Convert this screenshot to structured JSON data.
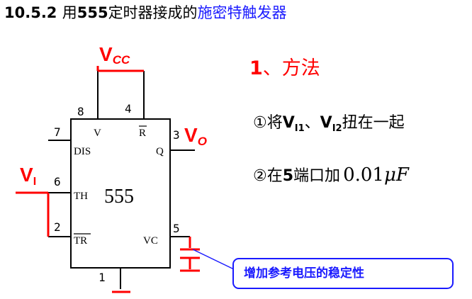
{
  "title": {
    "section": "10.5.2",
    "prefix": "用",
    "chip": "555",
    "middle": "定时器接成的",
    "highlight": "施密特触发器"
  },
  "chip": {
    "name": "555",
    "pins": {
      "p8": {
        "num": "8"
      },
      "p4": {
        "num": "4",
        "label": "R"
      },
      "p7": {
        "num": "7",
        "label": "DIS"
      },
      "p1v": {
        "label": "V"
      },
      "p3": {
        "num": "3",
        "label": "Q"
      },
      "p6": {
        "num": "6",
        "label": "TH"
      },
      "p2": {
        "num": "2",
        "label": "TR"
      },
      "p5": {
        "num": "5",
        "label": "VC"
      },
      "p1": {
        "num": "1"
      }
    }
  },
  "signals": {
    "vcc": {
      "main": "V",
      "sub": "CC"
    },
    "vi": {
      "main": "V",
      "sub": "I"
    },
    "vo": {
      "main": "V",
      "sub": "O"
    }
  },
  "method": {
    "number": "1",
    "separator": "、",
    "heading": "方法",
    "step1": {
      "marker": "①将",
      "v1": "V",
      "v1_sub": "I1",
      "sep": "、",
      "v2": "V",
      "v2_sub": "I2",
      "text": "扭在一起"
    },
    "step2": {
      "marker": "②在",
      "port": "5",
      "text": "端口加",
      "value": "0.01",
      "unit_mu": "μ",
      "unit": "F"
    }
  },
  "callout": {
    "text": "增加参考电压的稳定性"
  },
  "colors": {
    "accent_red": "#ff0000",
    "accent_blue": "#1a1aff",
    "ink": "#000000"
  }
}
